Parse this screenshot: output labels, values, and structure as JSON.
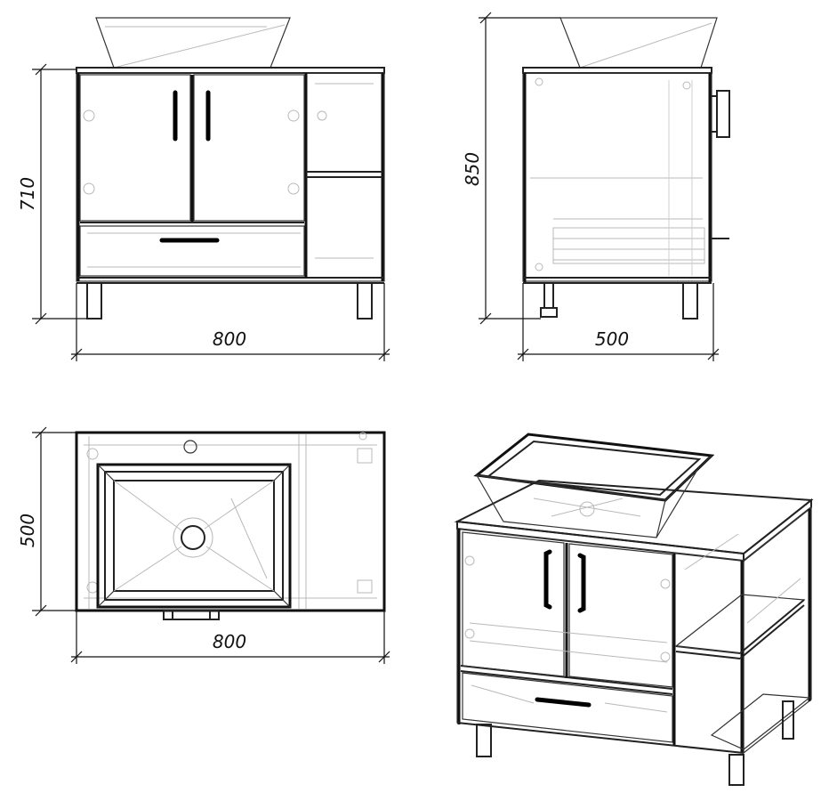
{
  "dimensions": {
    "front_height": "710",
    "front_width": "800",
    "side_height": "850",
    "side_depth": "500",
    "top_depth": "500",
    "top_width": "800"
  }
}
